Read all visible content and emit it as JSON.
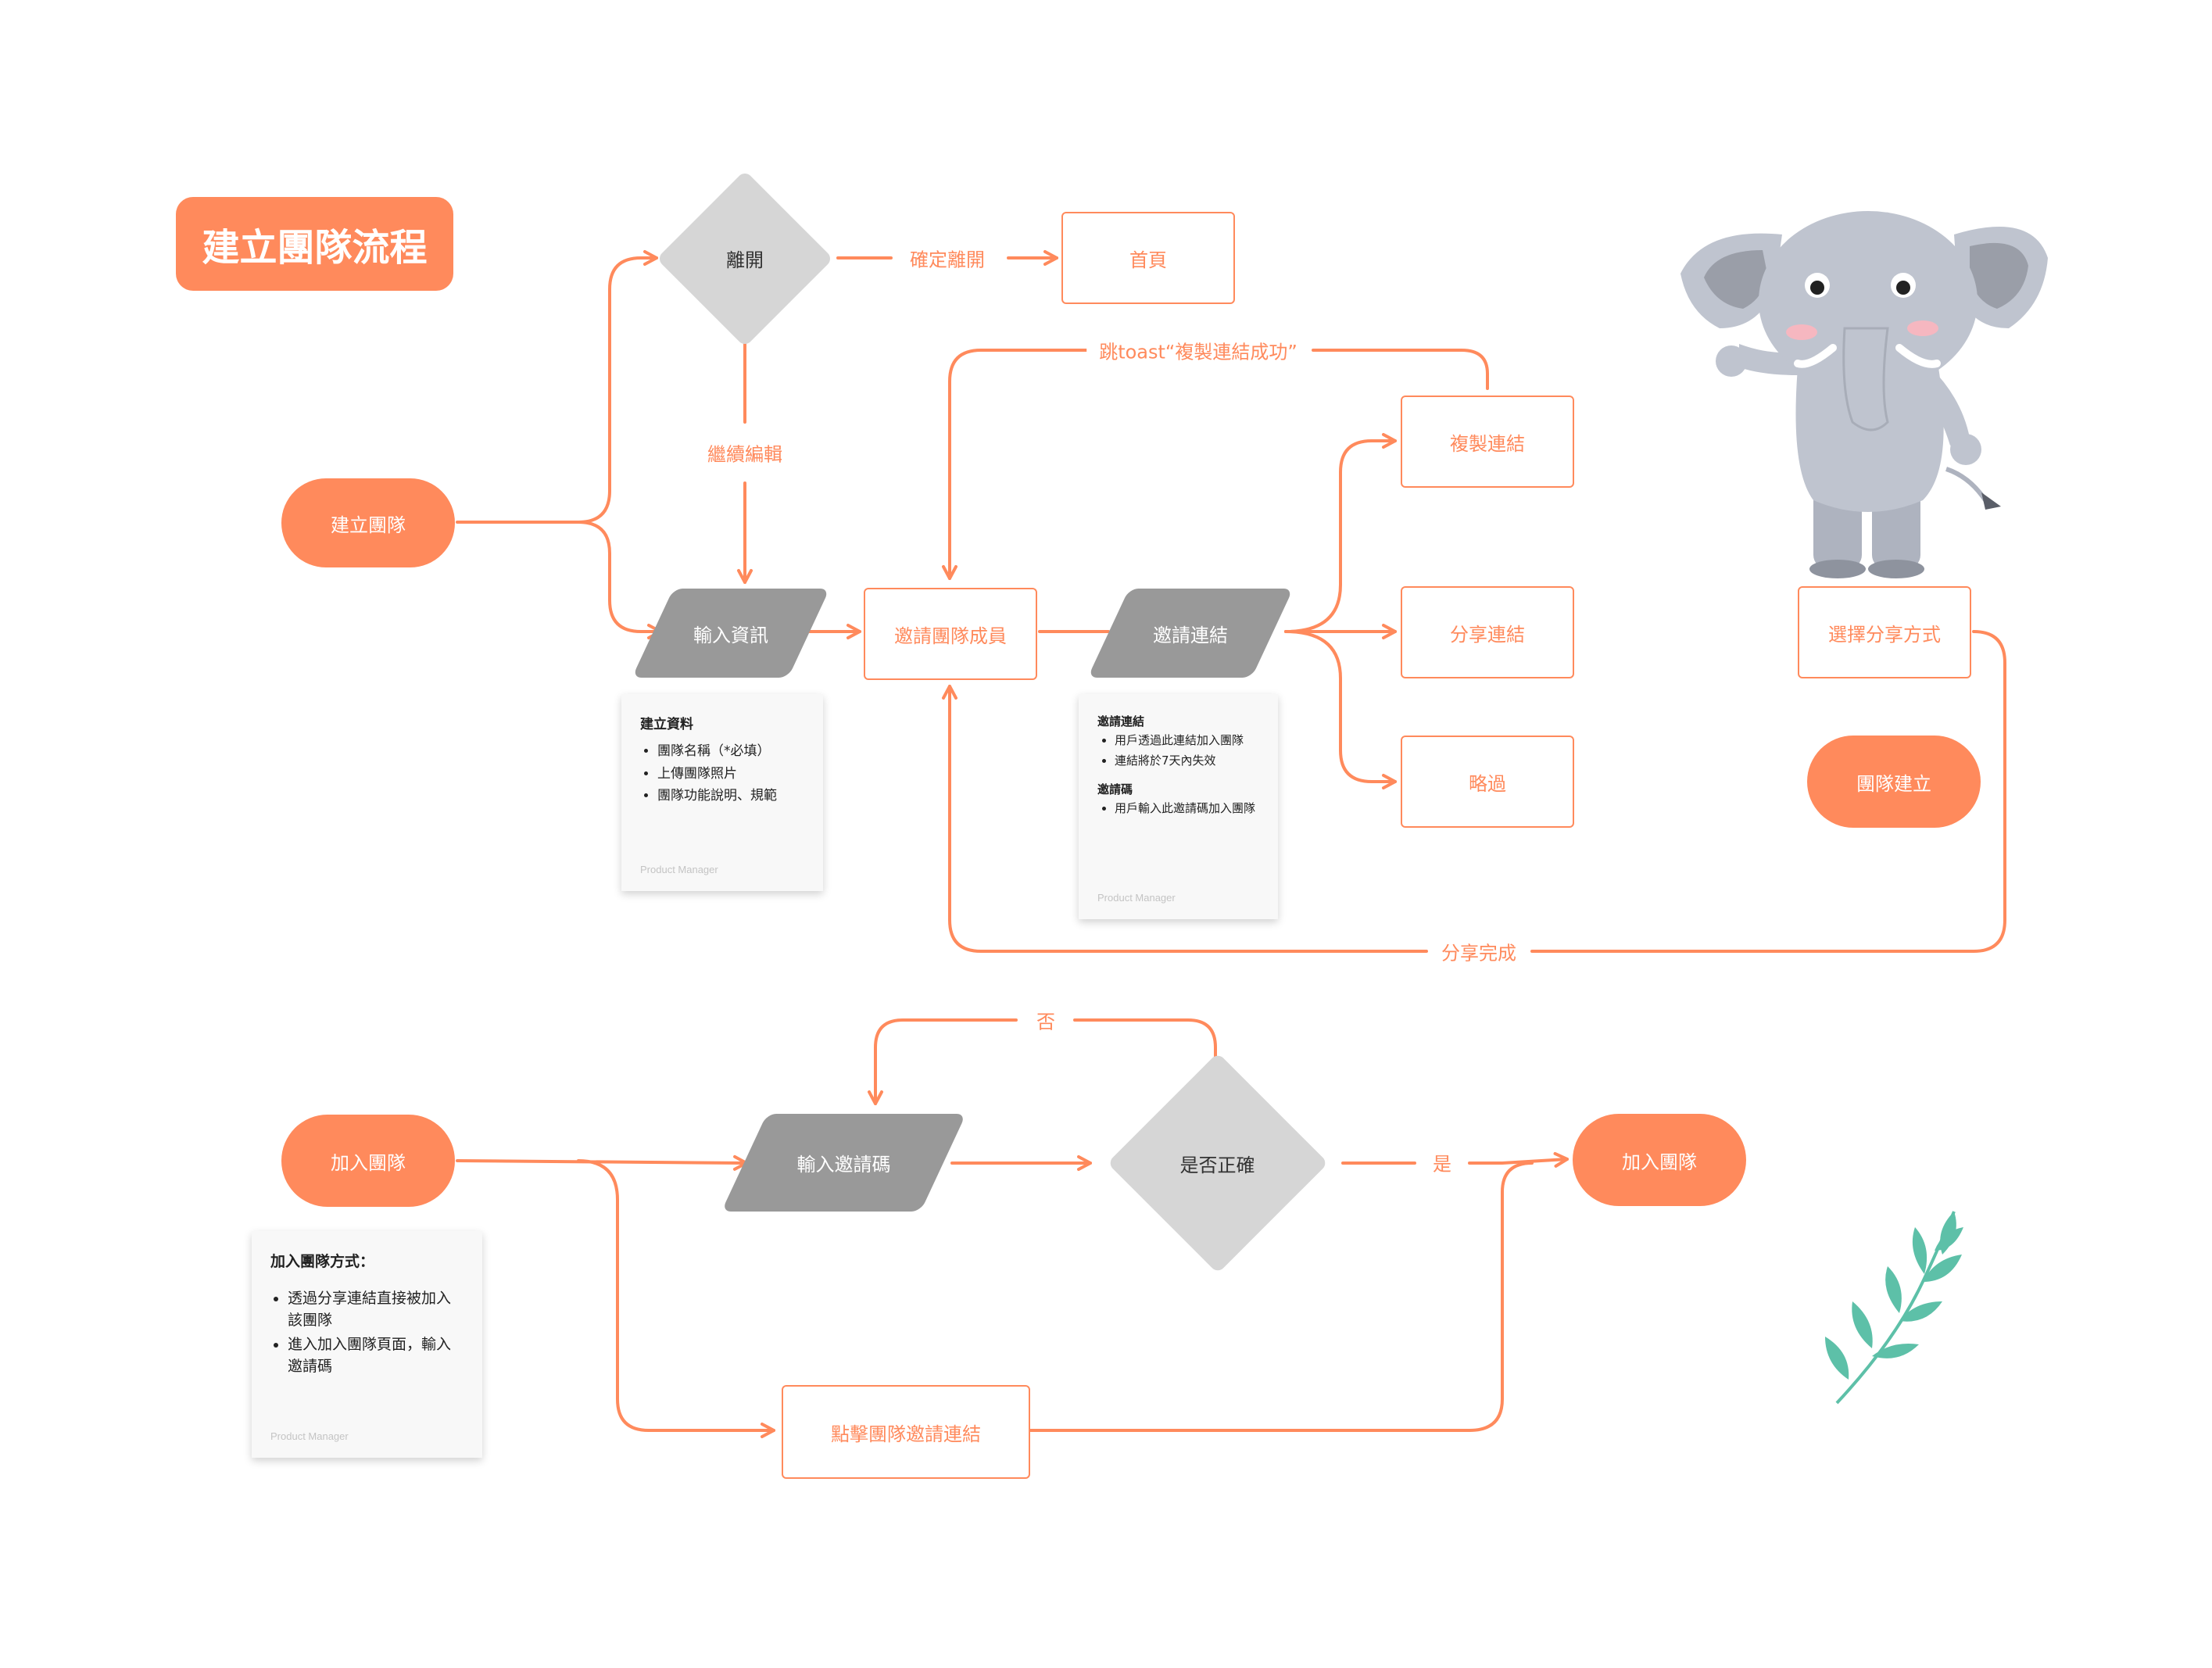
{
  "title": "建立團隊流程",
  "colors": {
    "accent": "#FF8A5C",
    "decision": "#D6D6D6",
    "input": "#999999",
    "leaf": "#5DC0A8",
    "elephant": "#BFC4CF"
  },
  "nodes": {
    "create_team": "建立團隊",
    "leave": "離開",
    "home": "首頁",
    "input_info": "輸入資訊",
    "invite_members": "邀請團隊成員",
    "invite_link": "邀請連結",
    "copy_link": "複製連結",
    "share_link": "分享連結",
    "skip": "略過",
    "choose_share": "選擇分享方式",
    "team_created": "團隊建立",
    "join_team_start": "加入團隊",
    "enter_code": "輸入邀請碼",
    "is_correct": "是否正確",
    "join_team_end": "加入團隊",
    "click_invite_link": "點擊團隊邀請連結"
  },
  "edge_labels": {
    "confirm_leave": "確定離開",
    "continue_edit": "繼續編輯",
    "toast": "跳toast“複製連結成功”",
    "share_done": "分享完成",
    "no": "否",
    "yes": "是"
  },
  "notes": {
    "create_data": {
      "title": "建立資料",
      "items": [
        "團隊名稱（*必填）",
        "上傳團隊照片",
        "團隊功能說明、規範"
      ],
      "footer": "Product Manager"
    },
    "invite": {
      "title1": "邀請連結",
      "items1": [
        "用戶透過此連結加入團隊",
        "連結將於7天內失效"
      ],
      "title2": "邀請碼",
      "items2": [
        "用戶輸入此邀請碼加入團隊"
      ],
      "footer": "Product Manager"
    },
    "join": {
      "title": "加入團隊方式：",
      "items": [
        "透過分享連結直接被加入該團隊",
        "進入加入團隊頁面，輸入邀請碼"
      ],
      "footer": "Product Manager"
    }
  }
}
